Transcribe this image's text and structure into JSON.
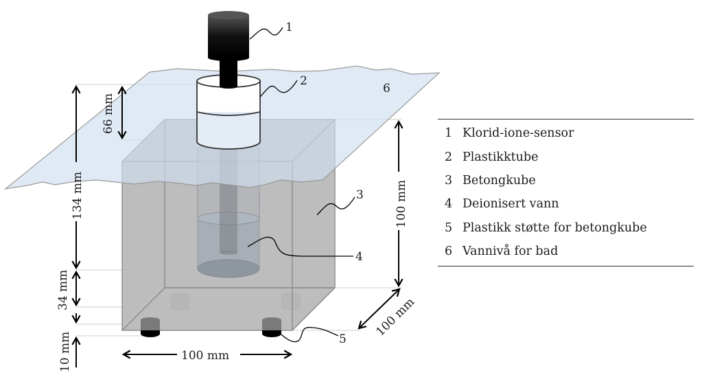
{
  "figure": {
    "callouts": [
      "1",
      "2",
      "3",
      "4",
      "5",
      "6"
    ],
    "dimensions": {
      "total_height": "134 mm",
      "tube_above_cube": "66 mm",
      "tube_depth_bottom_gap": "34 mm",
      "support_height": "10 mm",
      "cube_height": "100 mm",
      "cube_width": "100 mm",
      "cube_depth": "100 mm"
    },
    "colors": {
      "water": "#dde8f4",
      "concrete": "#b9b9b9",
      "sensor": "#000000",
      "tube": "#ffffff",
      "support": "#000000"
    }
  },
  "legend": {
    "items": [
      {
        "num": "1",
        "label": "Klorid-ione-sensor"
      },
      {
        "num": "2",
        "label": "Plastikktube"
      },
      {
        "num": "3",
        "label": "Betongkube"
      },
      {
        "num": "4",
        "label": "Deionisert vann"
      },
      {
        "num": "5",
        "label": "Plastikk støtte for betongkube"
      },
      {
        "num": "6",
        "label": "Vannivå for bad"
      }
    ]
  }
}
